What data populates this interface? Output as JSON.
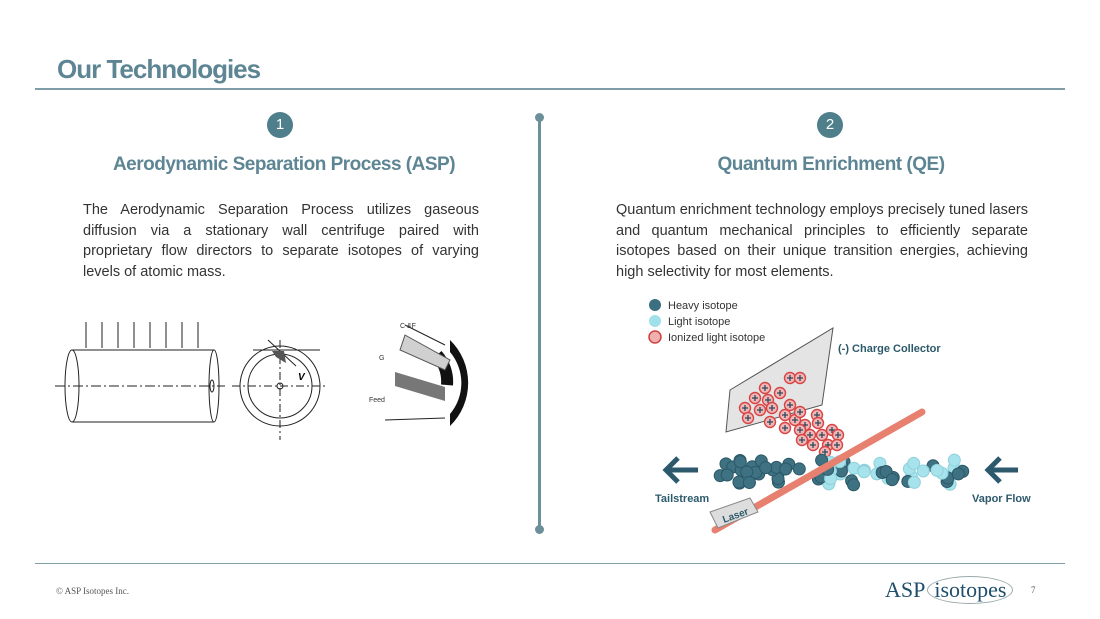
{
  "title": "Our Technologies",
  "left": {
    "number": "1",
    "heading": "Aerodynamic Separation Process (ASP)",
    "text": "The Aerodynamic Separation Process utilizes gaseous diffusion via a stationary wall centrifuge paired with proprietary flow directors to separate isotopes of varying levels of atomic mass.",
    "diagram_labels": {
      "cf": "C &F",
      "g": "G",
      "feed": "Feed",
      "v": "V"
    }
  },
  "right": {
    "number": "2",
    "heading": "Quantum Enrichment (QE)",
    "text": "Quantum enrichment technology employs precisely tuned lasers and quantum mechanical principles to efficiently separate isotopes based on their unique transition energies, achieving high selectivity for most elements.",
    "legend": [
      "Heavy isotope",
      "Light isotope",
      "Ionized light isotope"
    ],
    "labels": {
      "collector": "(-) Charge Collector",
      "tailstream": "Tailstream",
      "vapor": "Vapor Flow",
      "laser": "Laser"
    }
  },
  "footer": {
    "copyright": "© ASP Isotopes Inc.",
    "logo_asp": "ASP",
    "logo_iso": "isotopes",
    "page": "7"
  }
}
